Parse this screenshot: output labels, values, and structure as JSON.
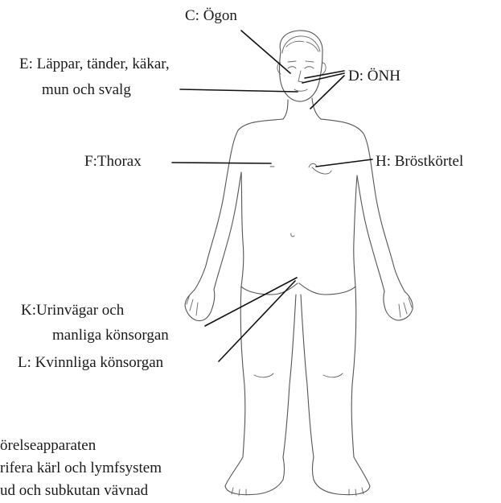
{
  "labels": {
    "c": "C: Ögon",
    "d": "D: ÖNH",
    "e_line1": "E: Läppar, tänder, käkar,",
    "e_line2": "mun och svalg",
    "f": "F:Thorax",
    "h": "H: Bröstkörtel",
    "k_line1": "K:Urinvägar och",
    "k_line2": "manliga könsorgan",
    "l": "L: Kvinnliga könsorgan",
    "bottom1": "örelseapparaten",
    "bottom2": "rifera kärl och lymfsystem",
    "bottom3": "ud och subkutan vävnad"
  }
}
